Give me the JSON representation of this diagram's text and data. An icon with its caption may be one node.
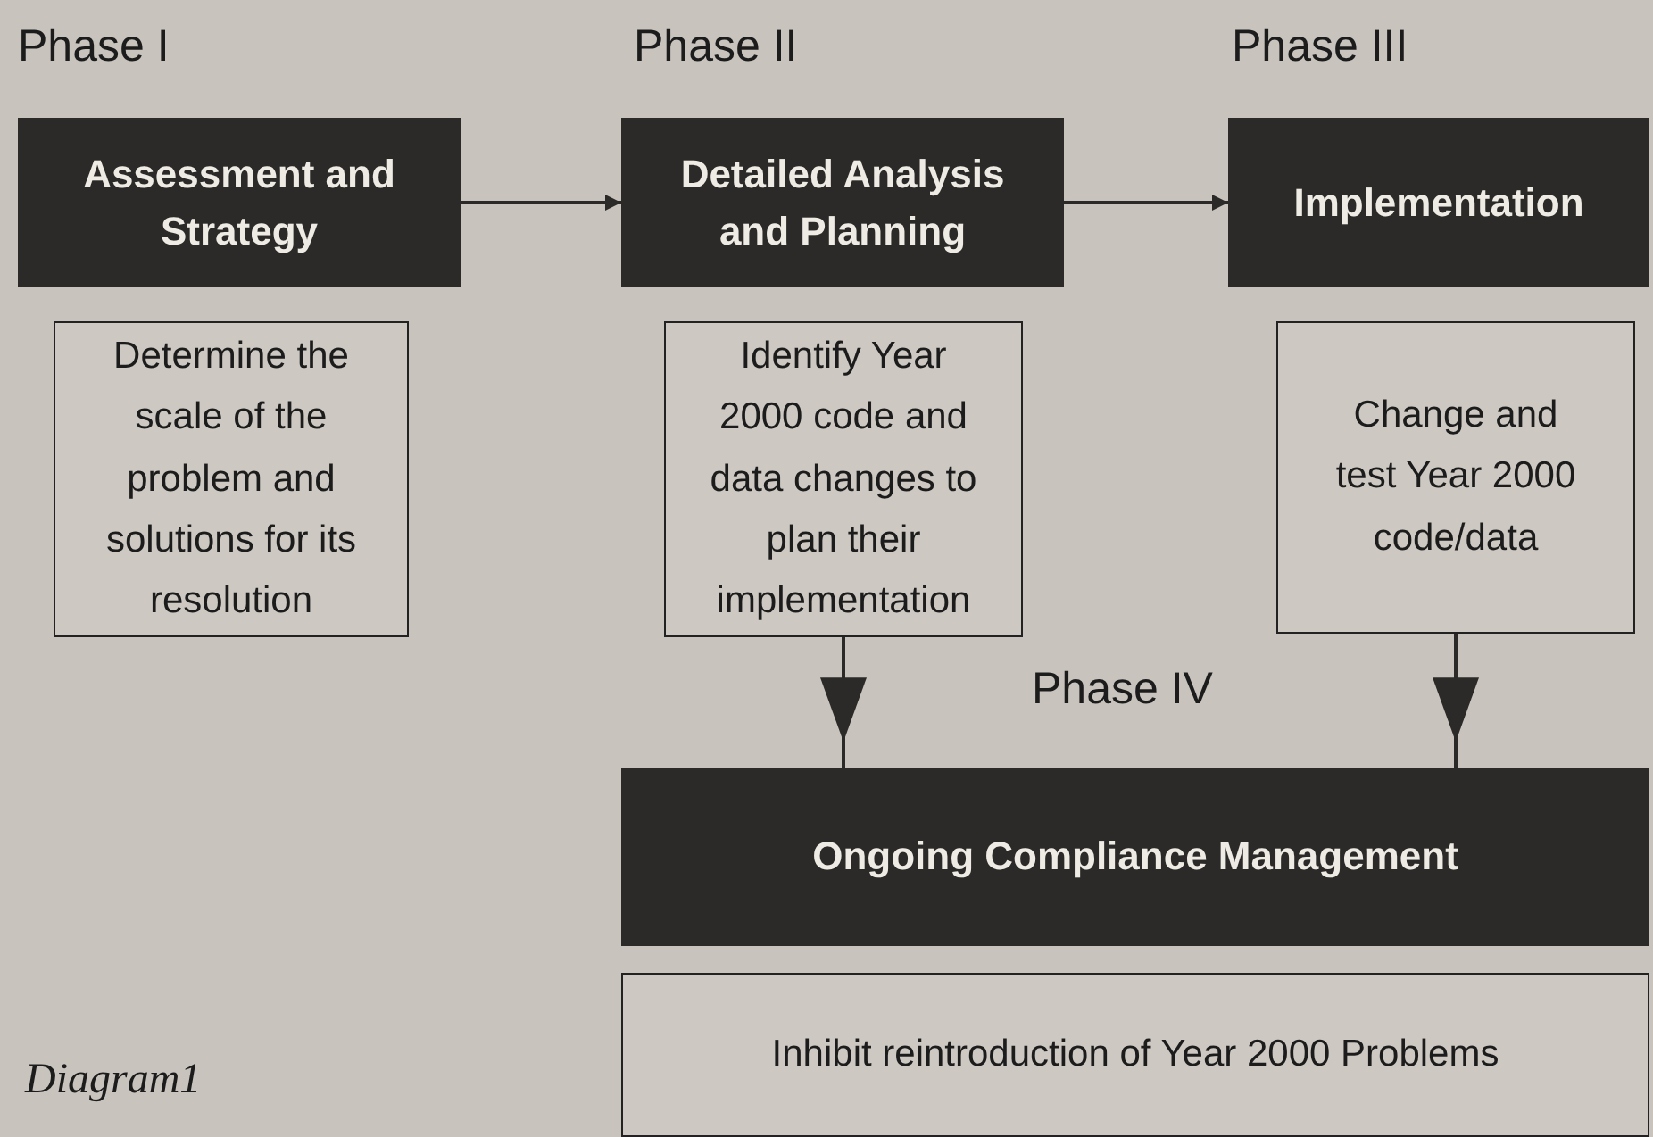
{
  "diagram": {
    "nodes": [
      {
        "text": [
          "Assessment and Strategy"
        ]
      },
      {
        "text": [
          "Detailed Analysis and Planning"
        ]
      },
      {
        "text": [
          "Implementation"
        ]
      },
      {
        "text": [
          "Determine the scale of the problem and solutions for its resolution"
        ]
      },
      {
        "text": [
          "Identify Year 2000 code and data changes to plan their implementation"
        ]
      },
      {
        "text": [
          "Change and test Year 2000 code/data"
        ]
      },
      {
        "text": [
          "Ongoing Compliance Management"
        ]
      },
      {
        "text": [
          "Inhibit reintroduction of Year 2000 Problems"
        ]
      }
    ],
    "edges": [
      {
        "from": 0,
        "to": 1,
        "arrow": "to"
      },
      {
        "from": 1,
        "to": 2,
        "arrow": "to"
      },
      {
        "from": 4,
        "to": 6,
        "arrow": "to"
      },
      {
        "from": 5,
        "to": 6,
        "arrow": "to"
      }
    ],
    "labels": [
      "Phase I",
      "Phase II",
      "Phase III",
      "Phase IV",
      "Diagram1"
    ]
  }
}
